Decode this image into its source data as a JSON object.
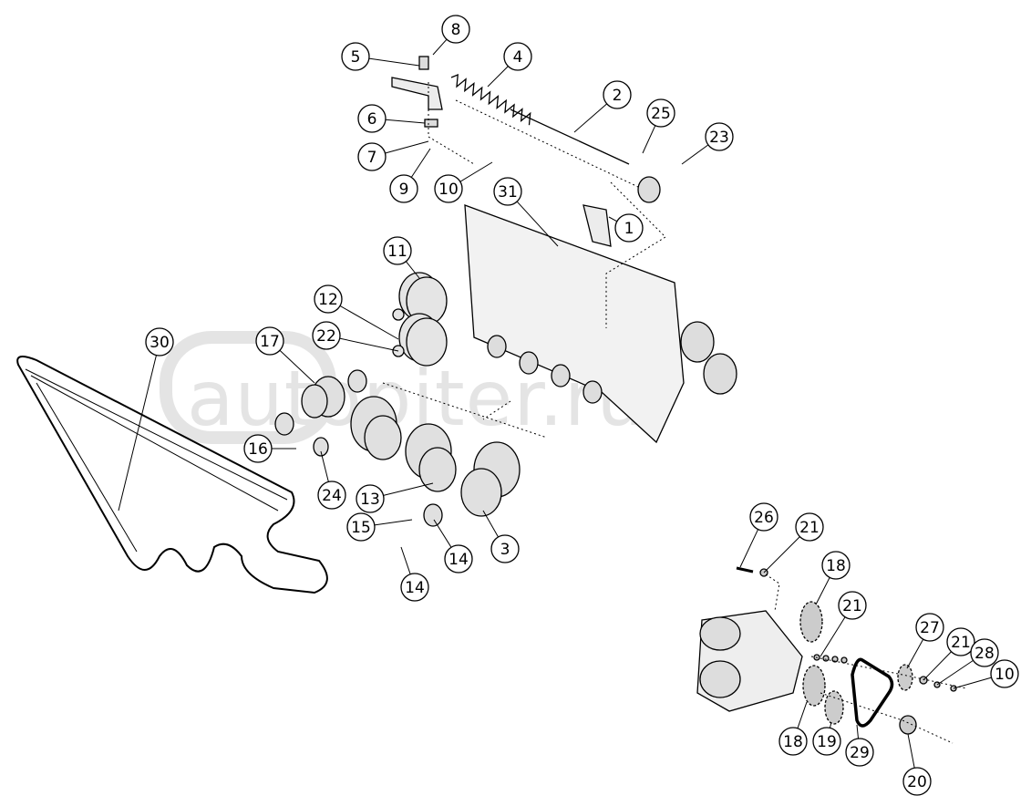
{
  "diagram": {
    "watermark": "autopiter.ru",
    "callouts": [
      "8",
      "5",
      "4",
      "2",
      "25",
      "6",
      "23",
      "7",
      "9",
      "10",
      "31",
      "1",
      "11",
      "12",
      "22",
      "17",
      "30",
      "16",
      "24",
      "13",
      "15",
      "14",
      "3",
      "14",
      "26",
      "21",
      "18",
      "21",
      "27",
      "21",
      "28",
      "10",
      "18",
      "19",
      "29",
      "20"
    ]
  },
  "colors": {
    "line": "#000000",
    "callout_fill": "#ffffff",
    "watermark": "#e4e4e4",
    "part_fill": "#ececec"
  }
}
